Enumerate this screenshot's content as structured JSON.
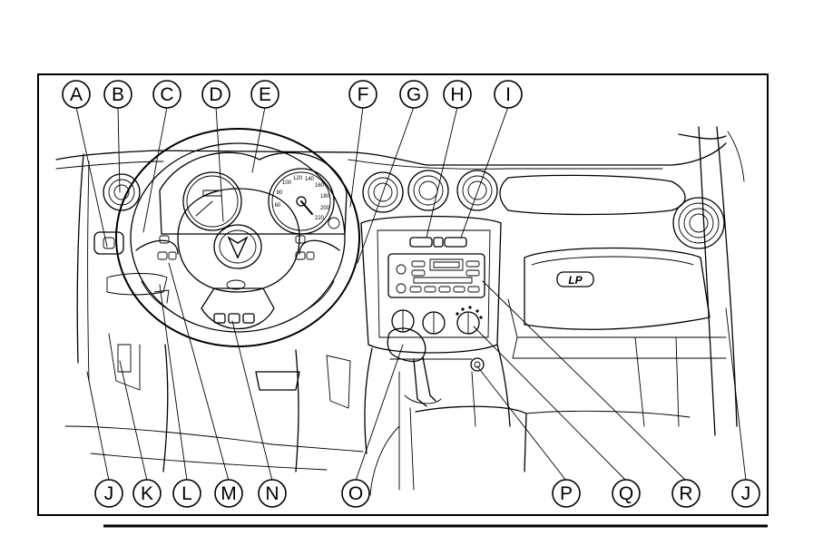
{
  "top_labels": [
    "A",
    "B",
    "C",
    "D",
    "E",
    "F",
    "G",
    "H",
    "I"
  ],
  "bottom_labels": [
    "J",
    "K",
    "L",
    "M",
    "N",
    "O",
    "P",
    "Q",
    "R",
    "J"
  ],
  "speedometer_numbers": [
    "60",
    "80",
    "100",
    "120",
    "140",
    "160",
    "180",
    "200",
    "220"
  ],
  "logo_text": "LP"
}
